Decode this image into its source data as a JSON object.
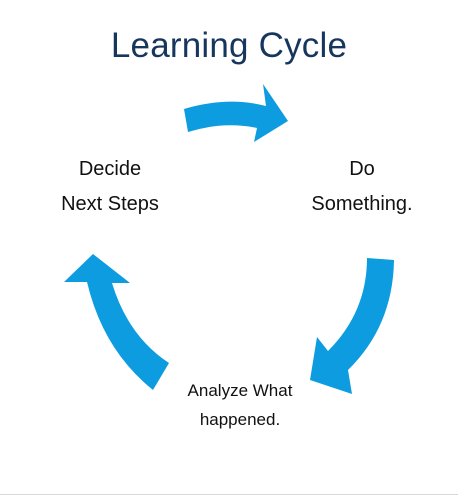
{
  "title": "Learning Cycle",
  "steps": [
    {
      "lines": [
        "Do",
        "Something."
      ]
    },
    {
      "lines": [
        "Analyze What",
        "happened."
      ]
    },
    {
      "lines": [
        "Decide",
        "Next Steps"
      ]
    }
  ],
  "colors": {
    "title": "#17365d",
    "arrow": "#0e9ce0",
    "text": "#111111",
    "background": "#ffffff"
  }
}
